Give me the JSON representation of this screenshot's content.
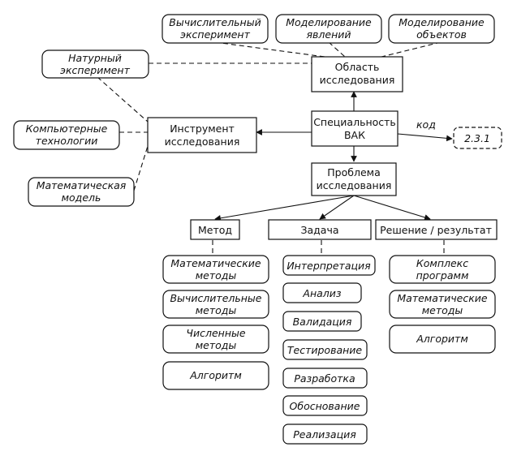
{
  "nodes": {
    "speciality": [
      "Специальность",
      "ВАК"
    ],
    "area": [
      "Область",
      "исследования"
    ],
    "instrument": [
      "Инструмент",
      "исследования"
    ],
    "problem": [
      "Проблема",
      "исследования"
    ],
    "code_label": "код",
    "code_value": "2.3.1",
    "method": "Метод",
    "task": "Задача",
    "solution": "Решение / результат"
  },
  "area_items": [
    [
      "Вычислительный",
      "эксперимент"
    ],
    [
      "Моделирование",
      "явлений"
    ],
    [
      "Моделирование",
      "объектов"
    ],
    [
      "Натурный",
      "эксперимент"
    ]
  ],
  "instrument_items": [
    [
      "Компьютерные",
      "технологии"
    ],
    [
      "Математическая",
      "модель"
    ]
  ],
  "method_items": [
    [
      "Математические",
      "методы"
    ],
    [
      "Вычислительные",
      "методы"
    ],
    [
      "Численные",
      "методы"
    ],
    [
      "Алгоритм"
    ]
  ],
  "task_items": [
    "Интерпретация",
    "Анализ",
    "Валидация",
    "Тестирование",
    "Разработка",
    "Обоснование",
    "Реализация"
  ],
  "solution_items": [
    [
      "Комплекс",
      "программ"
    ],
    [
      "Математические",
      "методы"
    ],
    [
      "Алгоритм"
    ]
  ]
}
